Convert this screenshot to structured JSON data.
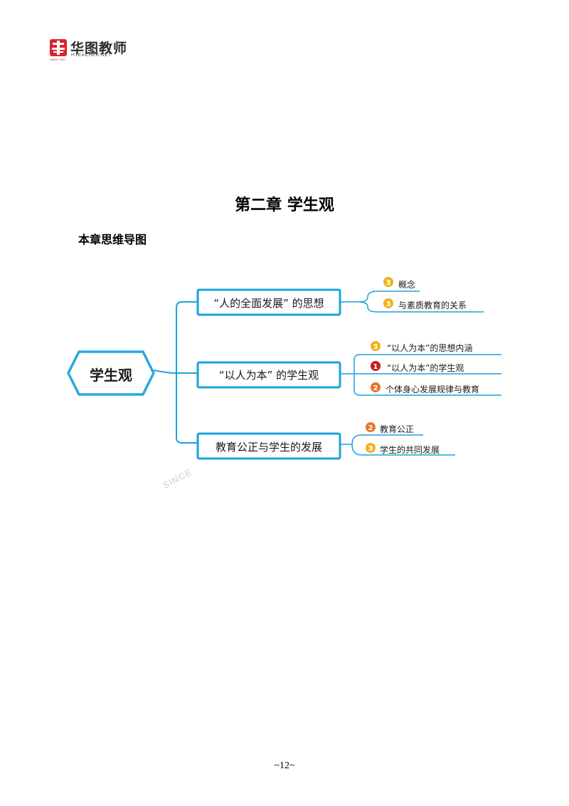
{
  "header": {
    "brand_cn": "华图教师",
    "brand_en": "HTEACHER.NET",
    "brand_since": "SINCE 2001"
  },
  "chapter_title": "第二章  学生观",
  "section_title": "本章思维导图",
  "mindmap": {
    "root": "学生观",
    "branches": [
      {
        "label": "“人的全面发展” 的思想",
        "children": [
          {
            "badge": "3",
            "label": "概念"
          },
          {
            "badge": "3",
            "label": "与素质教育的关系"
          }
        ]
      },
      {
        "label": "“以人为本” 的学生观",
        "children": [
          {
            "badge": "3",
            "label": "“以人为本”的思想内涵"
          },
          {
            "badge": "1",
            "label": "“以人为本”的学生观"
          },
          {
            "badge": "2",
            "label": "个体身心发展规律与教育"
          }
        ]
      },
      {
        "label": "教育公正与学生的发展",
        "children": [
          {
            "badge": "2",
            "label": "教育公正"
          },
          {
            "badge": "3",
            "label": "学生的共同发展"
          }
        ]
      }
    ]
  },
  "watermark": "SINCE",
  "page_number": "~12~",
  "colors": {
    "line": "#1aa3dc",
    "root_border": "#29a8e0",
    "badge_1": "#c81e1e",
    "badge_2": "#e8742a",
    "badge_3": "#f0b21a",
    "logo_red": "#d7262f"
  },
  "icons": {
    "logo": "huatu-logo-icon",
    "badge": "importance-badge-icon"
  }
}
